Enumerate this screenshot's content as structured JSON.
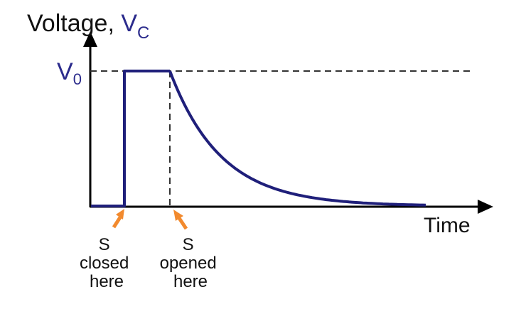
{
  "labels": {
    "y_axis_word": "Voltage, ",
    "y_axis_symbol": "V",
    "y_axis_subscript": "C",
    "level_symbol": "V",
    "level_subscript": "0",
    "x_axis": "Time",
    "closed_event": [
      "S",
      "closed",
      "here"
    ],
    "opened_event": [
      "S",
      "opened",
      "here"
    ]
  },
  "colors": {
    "curve": "#1f1f7a",
    "symbols": "#2b2b8c",
    "axes": "#000000",
    "dashes": "#333333",
    "arrows": "#f28a2e",
    "text": "#111111"
  }
}
